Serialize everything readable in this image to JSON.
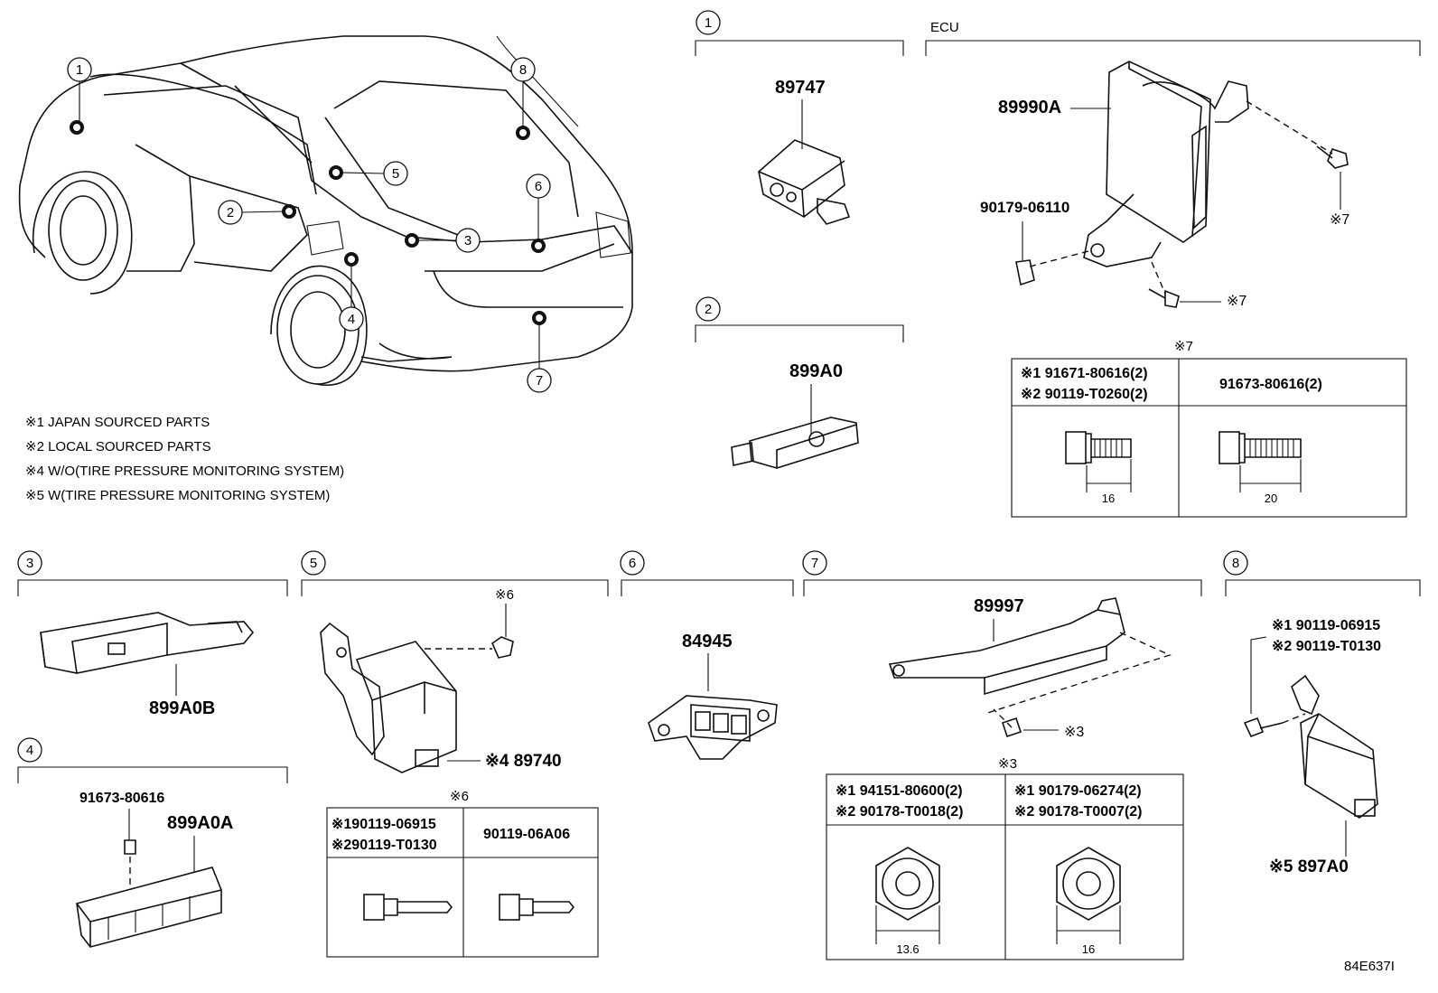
{
  "notes": [
    "※1 JAPAN SOURCED PARTS",
    "※2 LOCAL SOURCED PARTS",
    "※4 W/O(TIRE PRESSURE MONITORING SYSTEM)",
    "※5 W(TIRE PRESSURE MONITORING SYSTEM)"
  ],
  "callouts": [
    "1",
    "2",
    "3",
    "4",
    "5",
    "6",
    "7",
    "8"
  ],
  "ecu_title": "ECU",
  "parts": {
    "p89747": "89747",
    "p89990A": "89990A",
    "p90179_06110": "90179-06110",
    "p899A0": "899A0",
    "p899A0B": "899A0B",
    "p91673_80616": "91673-80616",
    "p899A0A": "899A0A",
    "p89740": "※4 89740",
    "p84945": "84945",
    "p89997": "89997",
    "p897A0": "※5 897A0",
    "s6": "※6",
    "s7a": "※7",
    "s7b": "※7",
    "s3": "※3",
    "s8a": "※1 90119-06915",
    "s8b": "※2 90119-T0130"
  },
  "table7": {
    "title": "※7",
    "h1a": "※1 91671-80616(2)",
    "h1b": "※2 90119-T0260(2)",
    "h2": "91673-80616(2)",
    "d1": "16",
    "d2": "20"
  },
  "table6": {
    "title": "※6",
    "h1a": "※190119-06915",
    "h1b": "※290119-T0130",
    "h2": "90119-06A06"
  },
  "table3": {
    "title": "※3",
    "h1a": "※1 94151-80600(2)",
    "h1b": "※2 90178-T0018(2)",
    "h2a": "※1 90179-06274(2)",
    "h2b": "※2 90178-T0007(2)",
    "d1": "13.6",
    "d2": "16"
  },
  "figure_code": "84E637I"
}
